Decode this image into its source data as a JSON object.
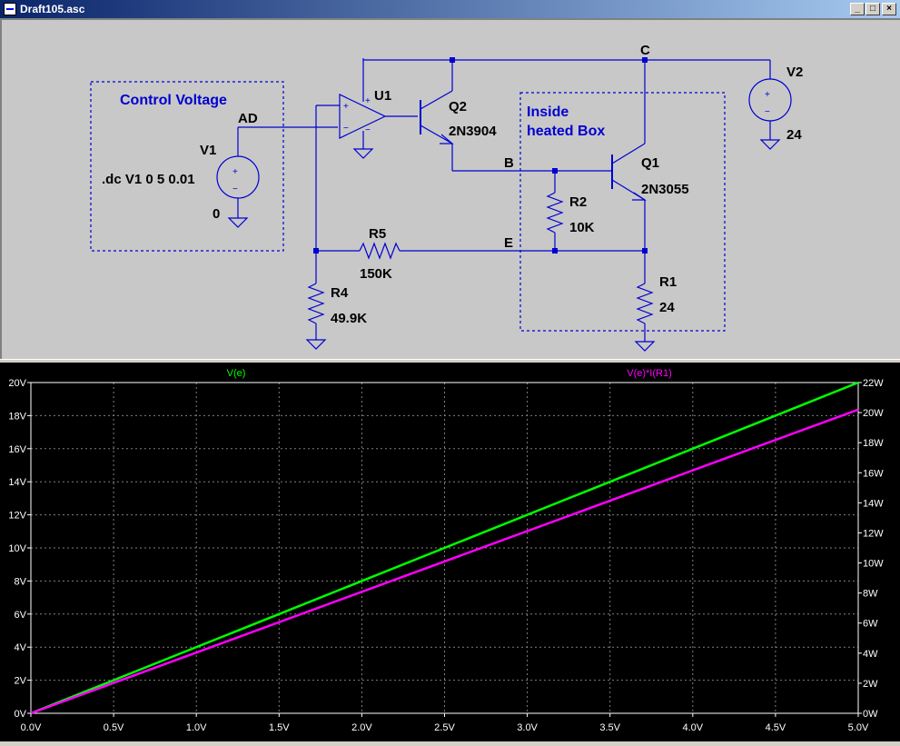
{
  "window": {
    "title": "Draft105.asc",
    "minimize": "_",
    "maximize": "□",
    "close": "×"
  },
  "schematic": {
    "boxes": {
      "control": "Control Voltage",
      "heated_line1": "Inside",
      "heated_line2": "heated Box"
    },
    "nodes": {
      "ad": "AD",
      "b": "B",
      "c": "C",
      "e": "E"
    },
    "components": {
      "v1": {
        "name": "V1",
        "value": "0",
        "directive": ".dc V1 0 5 0.01"
      },
      "v2": {
        "name": "V2",
        "value": "24"
      },
      "u1": {
        "name": "U1"
      },
      "q2": {
        "name": "Q2",
        "model": "2N3904"
      },
      "q1": {
        "name": "Q1",
        "model": "2N3055"
      },
      "r1": {
        "name": "R1",
        "value": "24"
      },
      "r2": {
        "name": "R2",
        "value": "10K"
      },
      "r4": {
        "name": "R4",
        "value": "49.9K"
      },
      "r5": {
        "name": "R5",
        "value": "150K"
      }
    },
    "opamp_signs": {
      "plus": "+",
      "minus": "−"
    }
  },
  "colors": {
    "wire": "#0000d0",
    "label": "#0000d0",
    "trace_ve": "#00ff00",
    "trace_power": "#ff00ff",
    "grid": "#808080"
  },
  "chart_data": {
    "type": "line",
    "x": [
      0,
      5
    ],
    "xticks": [
      "0.0V",
      "0.5V",
      "1.0V",
      "1.5V",
      "2.0V",
      "2.5V",
      "3.0V",
      "3.5V",
      "4.0V",
      "4.5V",
      "5.0V"
    ],
    "yticks_left": [
      "0V",
      "2V",
      "4V",
      "6V",
      "8V",
      "10V",
      "12V",
      "14V",
      "16V",
      "18V",
      "20V"
    ],
    "yticks_right": [
      "0W",
      "2W",
      "4W",
      "6W",
      "8W",
      "10W",
      "12W",
      "14W",
      "16W",
      "18W",
      "20W",
      "22W"
    ],
    "ylim_left": [
      0,
      20
    ],
    "ylim_right": [
      0,
      22
    ],
    "xlim": [
      0,
      5
    ],
    "grid": true,
    "series": [
      {
        "name": "V(e)",
        "axis": "left",
        "x": [
          0,
          5
        ],
        "y": [
          0,
          20
        ]
      },
      {
        "name": "V(e)*I(R1)",
        "axis": "right",
        "x": [
          0,
          5
        ],
        "y": [
          0,
          20.2
        ]
      }
    ]
  }
}
